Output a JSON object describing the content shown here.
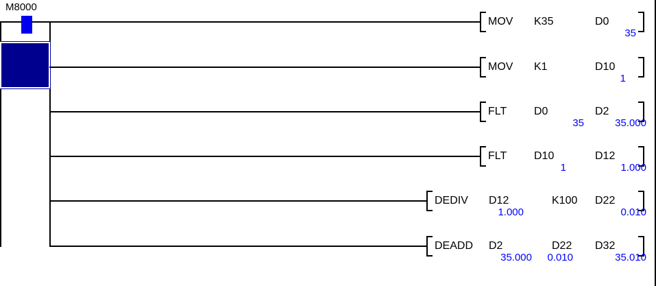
{
  "colors": {
    "wire": "#000000",
    "contact_energized": "#0000ee",
    "monitor_value": "#0000ff",
    "selection_fill": "#00008f",
    "background": "#ffffff"
  },
  "rung": {
    "contact": {
      "label": "M8000",
      "type": "no-contact",
      "state": "energized"
    }
  },
  "instructions": [
    {
      "mnemonic": "MOV",
      "operands": [
        "K35",
        "D0"
      ],
      "monitor_values": [
        "",
        "35"
      ]
    },
    {
      "mnemonic": "MOV",
      "operands": [
        "K1",
        "D10"
      ],
      "monitor_values": [
        "",
        "1"
      ]
    },
    {
      "mnemonic": "FLT",
      "operands": [
        "D0",
        "D2"
      ],
      "monitor_values": [
        "35",
        "35.000"
      ]
    },
    {
      "mnemonic": "FLT",
      "operands": [
        "D10",
        "D12"
      ],
      "monitor_values": [
        "1",
        "1.000"
      ]
    },
    {
      "mnemonic": "DEDIV",
      "operands": [
        "D12",
        "K100",
        "D22"
      ],
      "monitor_values": [
        "1.000",
        "",
        "0.010"
      ]
    },
    {
      "mnemonic": "DEADD",
      "operands": [
        "D2",
        "D22",
        "D32"
      ],
      "monitor_values": [
        "35.000",
        "0.010",
        "35.010"
      ]
    }
  ]
}
